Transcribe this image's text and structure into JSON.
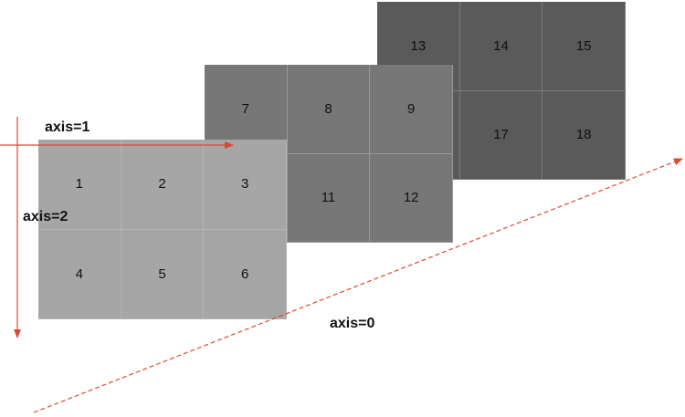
{
  "layers": {
    "back": {
      "cells": [
        "13",
        "14",
        "15",
        "",
        "17",
        "18"
      ],
      "color": "#5a5a5a"
    },
    "middle": {
      "cells": [
        "7",
        "8",
        "9",
        "",
        "11",
        "12"
      ],
      "color": "#777777"
    },
    "front": {
      "cells": [
        "1",
        "2",
        "3",
        "4",
        "5",
        "6"
      ],
      "color": "#a6a6a6"
    }
  },
  "axes": {
    "axis0_label": "axis=0",
    "axis1_label": "axis=1",
    "axis2_label": "axis=2",
    "arrow_color": "#d94a35"
  }
}
